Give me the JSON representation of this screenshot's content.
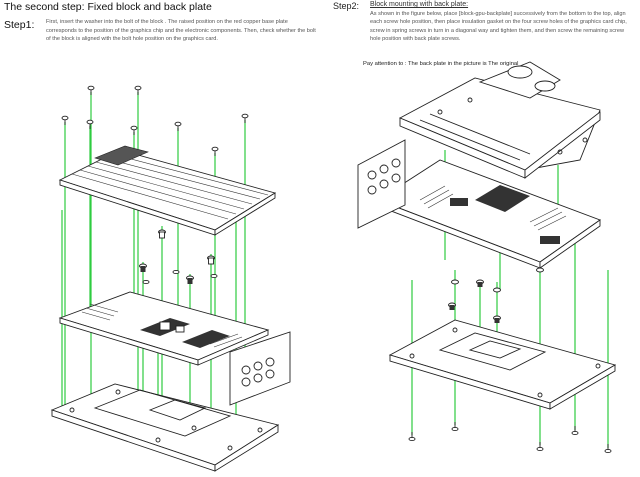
{
  "header": {
    "title": "The second step:  Fixed block and back plate"
  },
  "step1": {
    "label": "Step1:",
    "text": "First, insert the washer into the bolt of the block . The raised position on the red copper base plate corresponds to the position of the graphics chip and the electronic components. Then, check whether the bolt of the block is aligned with the bolt hole position on the graphics card."
  },
  "step2": {
    "label": "Step2:",
    "heading": "Block mounting with back plate:",
    "text": "As shown in the figure below, place [block-gpu-backplate] successively from the bottom to the top, align each screw hole position, then place insulation gasket on the four screw holes of the graphics card chip, screw in spring screws in turn in a diagonal way and tighten them, and then screw the remaining screw hole position with back plate screws.",
    "attention": "Pay attention to : The back plate in the picture is The original"
  },
  "colors": {
    "guide_line": "#2ecc40",
    "line_art": "#222222"
  }
}
